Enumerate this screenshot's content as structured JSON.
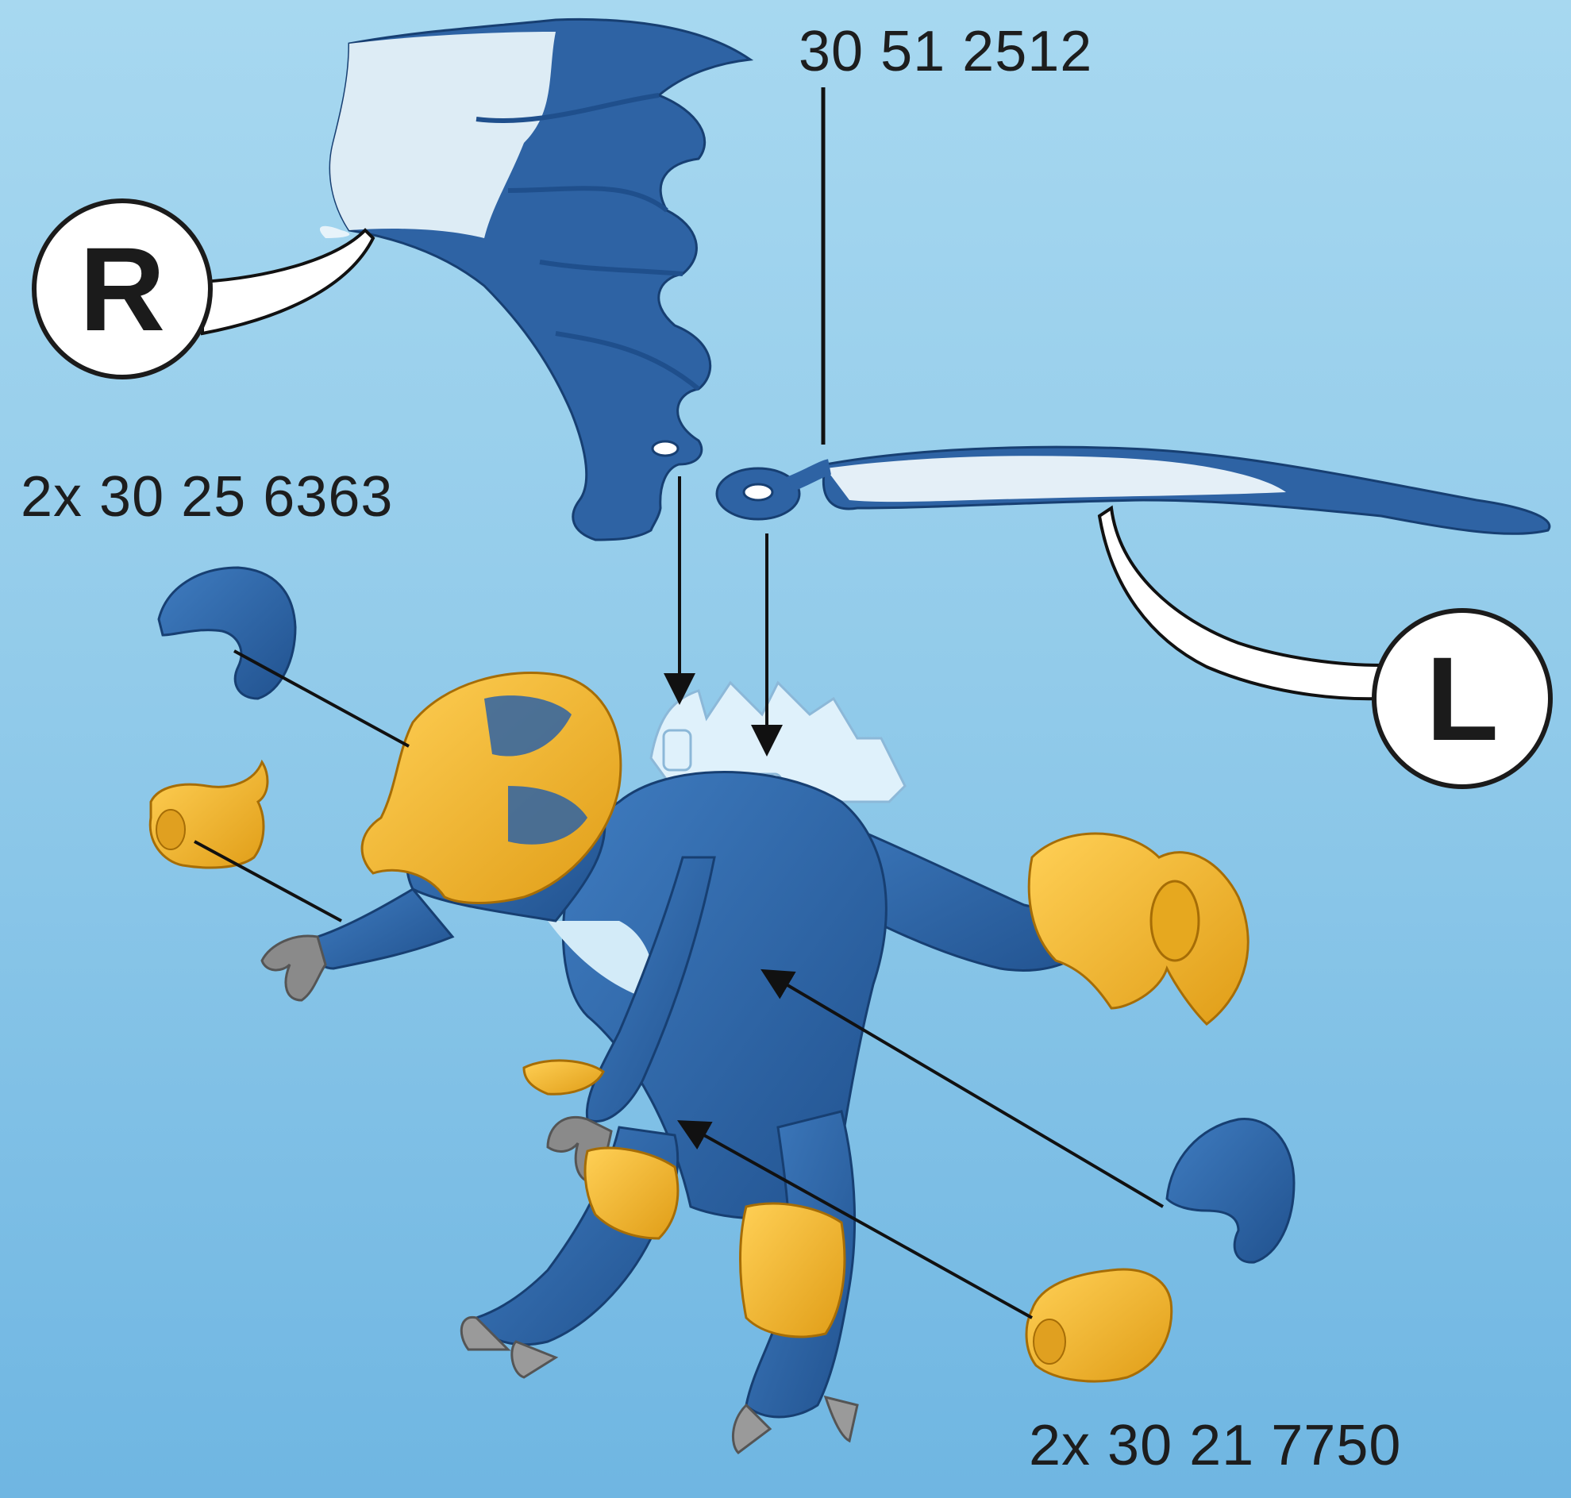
{
  "labels": {
    "wings_part": "30 51 2512",
    "shoulder_pads_part": "2x 30 25 6363",
    "fists_part": "2x 30 21 7750"
  },
  "badges": {
    "right": "R",
    "left": "L"
  },
  "colors": {
    "background_top": "#a7d8f0",
    "background_bottom": "#6fb6e2",
    "dragon_blue": "#2c63a6",
    "dragon_light": "#d9eefa",
    "armor_gold": "#f1b62f",
    "claw_grey": "#8a8a8a",
    "line": "#111111"
  }
}
